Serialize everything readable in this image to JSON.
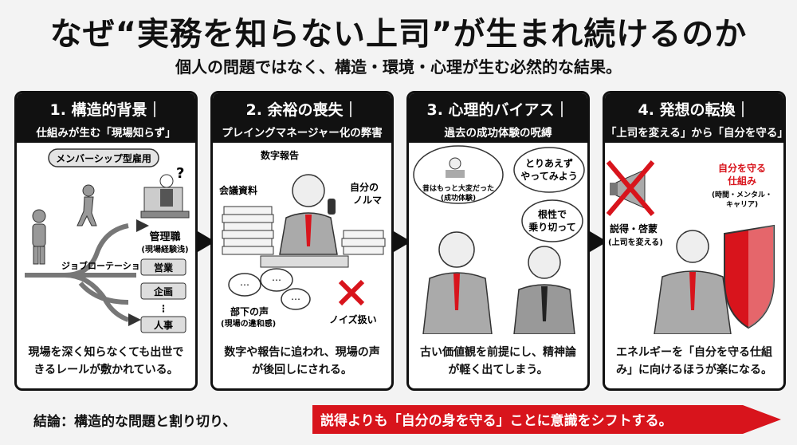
{
  "title": "なぜ“実務を知らない上司”が生まれ続けるのか",
  "subtitle": "個人の問題ではなく、構造・環境・心理が生む必然的な結果。",
  "panels": [
    {
      "title": "1. 構造的背景｜",
      "sub": "仕組みが生む「現場知らず」",
      "labels": {
        "membership": "メンバーシップ型雇用",
        "job_rotation": "ジョブローテーション",
        "manager": "管理職",
        "manager_note": "(現場経験浅)",
        "sales": "営業",
        "planning": "企画",
        "dots": "⋮",
        "hr": "人事",
        "question": "?"
      },
      "text": "現場を深く知らなくても出世できるレールが敷かれている。"
    },
    {
      "title": "2. 余裕の喪失｜",
      "sub": "プレイングマネージャー化の弊害",
      "labels": {
        "numbers_report": "数字報告",
        "meeting_docs": "会議資料",
        "own_quota": "自分の\nノルマ",
        "subordinate_voice": "部下の声",
        "site_discomfort": "(現場の違和感)",
        "noise": "ノイズ扱い"
      },
      "text": "数字や報告に追われ、現場の声が後回しにされる。"
    },
    {
      "title": "3. 心理的バイアス｜",
      "sub": "過去の成功体験の呪縛",
      "labels": {
        "try_first": "とりあえず\nやってみよう",
        "used_to_be_harder": "昔はもっと大変だった",
        "success_experience": "(成功体験)",
        "guts": "根性で\n乗り切って"
      },
      "text": "古い価値観を前提にし、精神論が軽く出てしまう。"
    },
    {
      "title": "4. 発想の転換｜",
      "sub": "「上司を変える」から「自分を守る」へ",
      "labels": {
        "protect_system": "自分を守る\n仕組み",
        "protect_detail": "(時間・メンタル・\nキャリア)",
        "persuade": "説得・啓蒙",
        "persuade_note": "(上司を変える)"
      },
      "text": "エネルギーを「自分を守る仕組み」に向けるほうが楽になる。"
    }
  ],
  "conclusion": "結論：構造的な問題と割り切り、",
  "banner": "説得よりも「自分の身を守る」ことに意識をシフトする。",
  "colors": {
    "accent": "#d8141c",
    "dark": "#111111",
    "background": "#f3f3f3"
  }
}
